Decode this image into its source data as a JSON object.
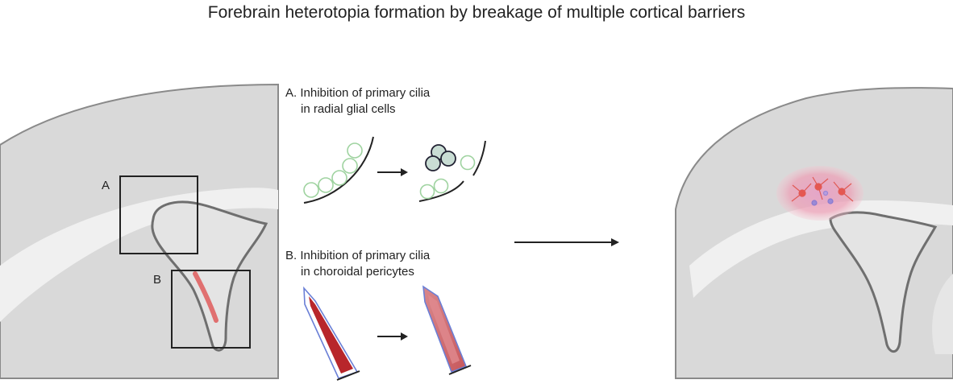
{
  "title": "Forebrain heterotopia formation by breakage of multiple cortical barriers",
  "left_panel": {
    "box_a_label": "A",
    "box_b_label": "B"
  },
  "panel_a": {
    "heading_line1": "A. Inhibition of primary cilia",
    "heading_line2": "in radial glial cells"
  },
  "panel_b": {
    "heading_line1": "B. Inhibition of primary cilia",
    "heading_line2": "in choroidal pericytes"
  },
  "colors": {
    "brain_gray": "#d9d9d9",
    "brain_outline": "#8a8a8a",
    "white_matter": "#f1f1f1",
    "ventricle_outline": "#6f6f6f",
    "cell_green": "#9fd3a0",
    "vessel_red": "#b8262b",
    "vessel_outline": "#6a7fd6",
    "heterotopia_pink": "#e79ab0"
  }
}
